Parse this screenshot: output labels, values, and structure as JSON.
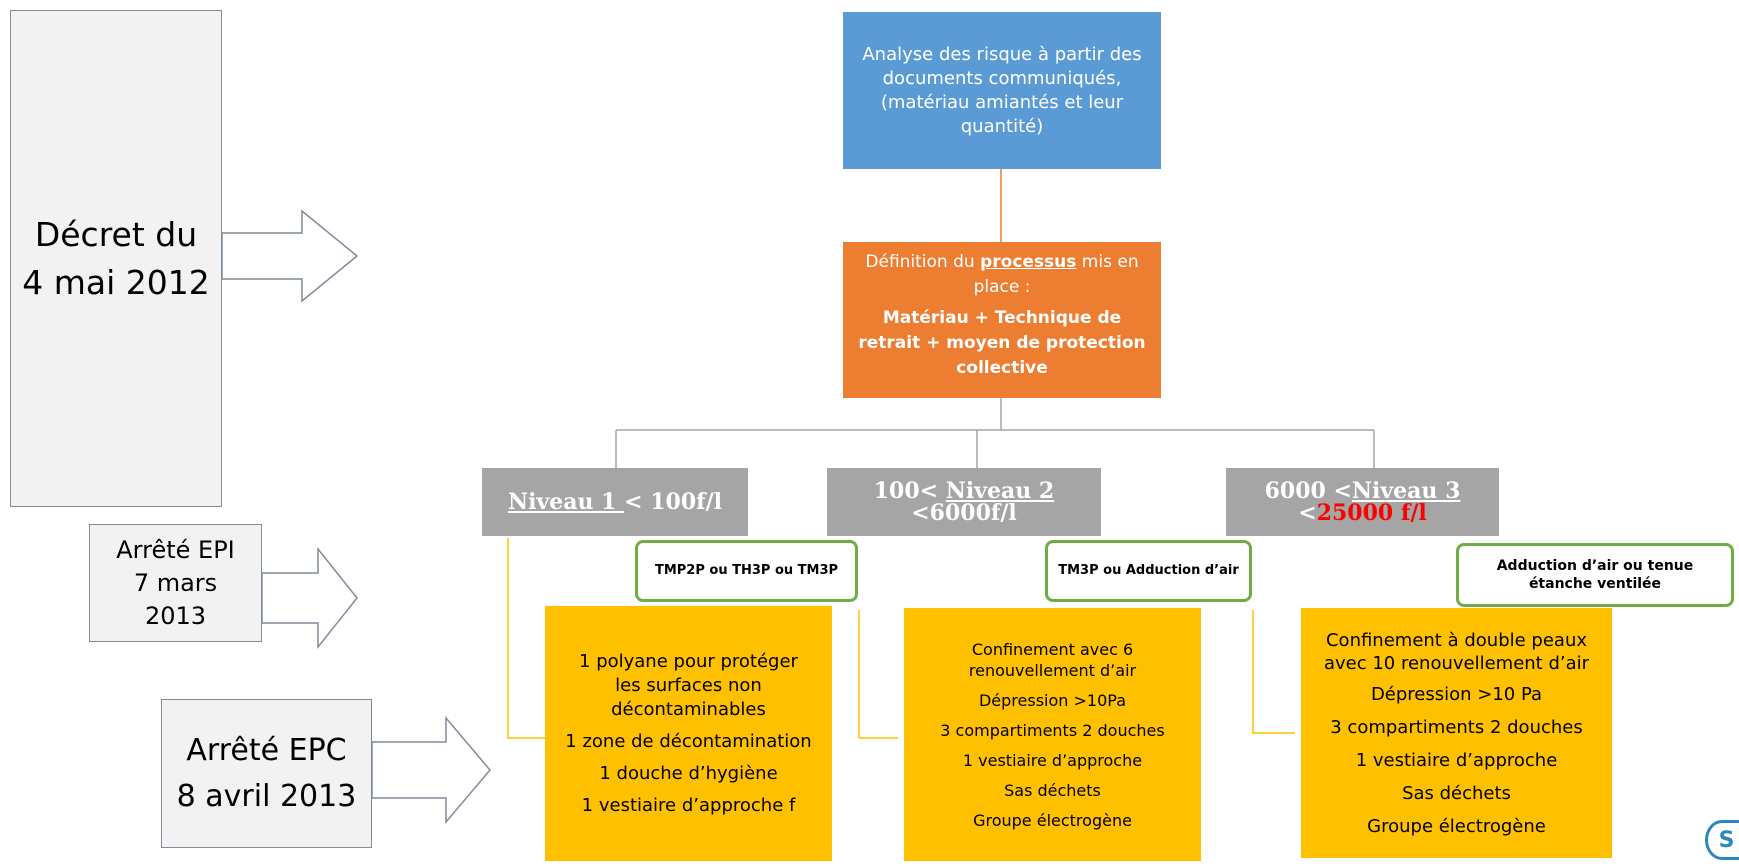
{
  "decret": {
    "line1": "Décret du",
    "line2": "4 mai 2012"
  },
  "arrete_epi": {
    "line1": "Arrêté EPI",
    "line2": "7 mars",
    "line3": "2013"
  },
  "arrete_epc": {
    "line1": "Arrêté EPC",
    "line2": "8 avril 2013"
  },
  "analyse": "Analyse des risque à partir des documents communiqués, (matériau amiantés et leur quantité)",
  "definition": {
    "prefix": "Définition du ",
    "keyword": "processus",
    "suffix": " mis en place :",
    "bold": "Matériau + Technique de retrait + moyen de protection collective"
  },
  "levels": [
    {
      "pre": "",
      "name": "Niveau 1 ",
      "post": "< 100f/l",
      "line2_pre": "",
      "line2_red": ""
    },
    {
      "pre": "100< ",
      "name": "Niveau 2",
      "post": "",
      "line2_pre": "<6000f/l",
      "line2_red": ""
    },
    {
      "pre": "6000 <",
      "name": "Niveau 3",
      "post": "",
      "line2_pre": "<",
      "line2_red": "25000 f/l"
    }
  ],
  "epi": [
    "TMP2P ou TH3P ou TM3P",
    "TM3P ou Adduction d’air",
    "Adduction d’air ou tenue étanche ventilée"
  ],
  "epc": [
    [
      "1 polyane pour protéger les surfaces non décontaminables",
      "1 zone de décontamination",
      "1 douche d’hygiène",
      "1 vestiaire d’approche f"
    ],
    [
      "Confinement avec 6 renouvellement d’air",
      "Dépression >10Pa",
      "3 compartiments 2 douches",
      "1 vestiaire d’approche",
      "Sas déchets",
      "Groupe électrogène"
    ],
    [
      "Confinement à double peaux avec 10 renouvellement d’air",
      "Dépression >10 Pa",
      "3 compartiments 2 douches",
      "1 vestiaire d’approche",
      "Sas déchets",
      "Groupe électrogène"
    ]
  ],
  "logo_letter": "S",
  "colors": {
    "blue": "#5b9bd5",
    "orange": "#ed7d31",
    "gray": "#a5a5a5",
    "yellow": "#ffc000",
    "green": "#70ad47",
    "red": "#ff0000"
  }
}
